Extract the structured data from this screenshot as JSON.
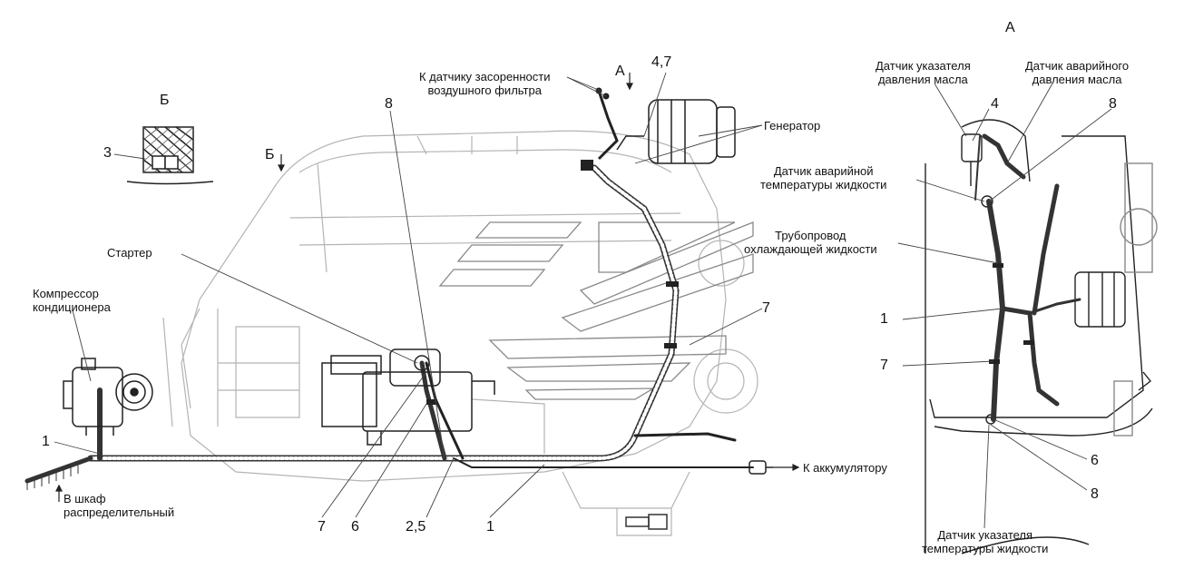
{
  "view_a_title": "А",
  "view_b_title": "Б",
  "labels": {
    "air_filter_sensor_1": "К датчику засоренности",
    "air_filter_sensor_2": "воздушного фильтра",
    "view_a_arrow": "А",
    "view_b_arrow": "Б",
    "generator": "Генератор",
    "starter": "Стартер",
    "compressor_1": "Компрессор",
    "compressor_2": "кондиционера",
    "battery": "К аккумулятору",
    "cabinet_1": "В шкаф",
    "cabinet_2": "распределительный",
    "oil_gauge_sensor_1": "Датчик указателя",
    "oil_gauge_sensor_2": "давления масла",
    "oil_alarm_sensor_1": "Датчик аварийного",
    "oil_alarm_sensor_2": "давления масла",
    "coolant_alarm_sensor_1": "Датчик аварийной",
    "coolant_alarm_sensor_2": "температуры жидкости",
    "coolant_pipe_1": "Трубопровод",
    "coolant_pipe_2": "охлаждающей жидкости",
    "temp_gauge_sensor_1": "Датчик указателя",
    "temp_gauge_sensor_2": "температуры жидкости"
  },
  "callouts": {
    "n47": "4,7",
    "n8_main": "8",
    "n3": "3",
    "n1_left": "1",
    "n7_mid": "7",
    "n7_bottom": "7",
    "n6_bottom": "6",
    "n25": "2,5",
    "n1_bottom": "1",
    "n4_a": "4",
    "n8_a_top": "8",
    "n1_a": "1",
    "n7_a": "7",
    "n6_a": "6",
    "n8_a_bottom": "8"
  }
}
